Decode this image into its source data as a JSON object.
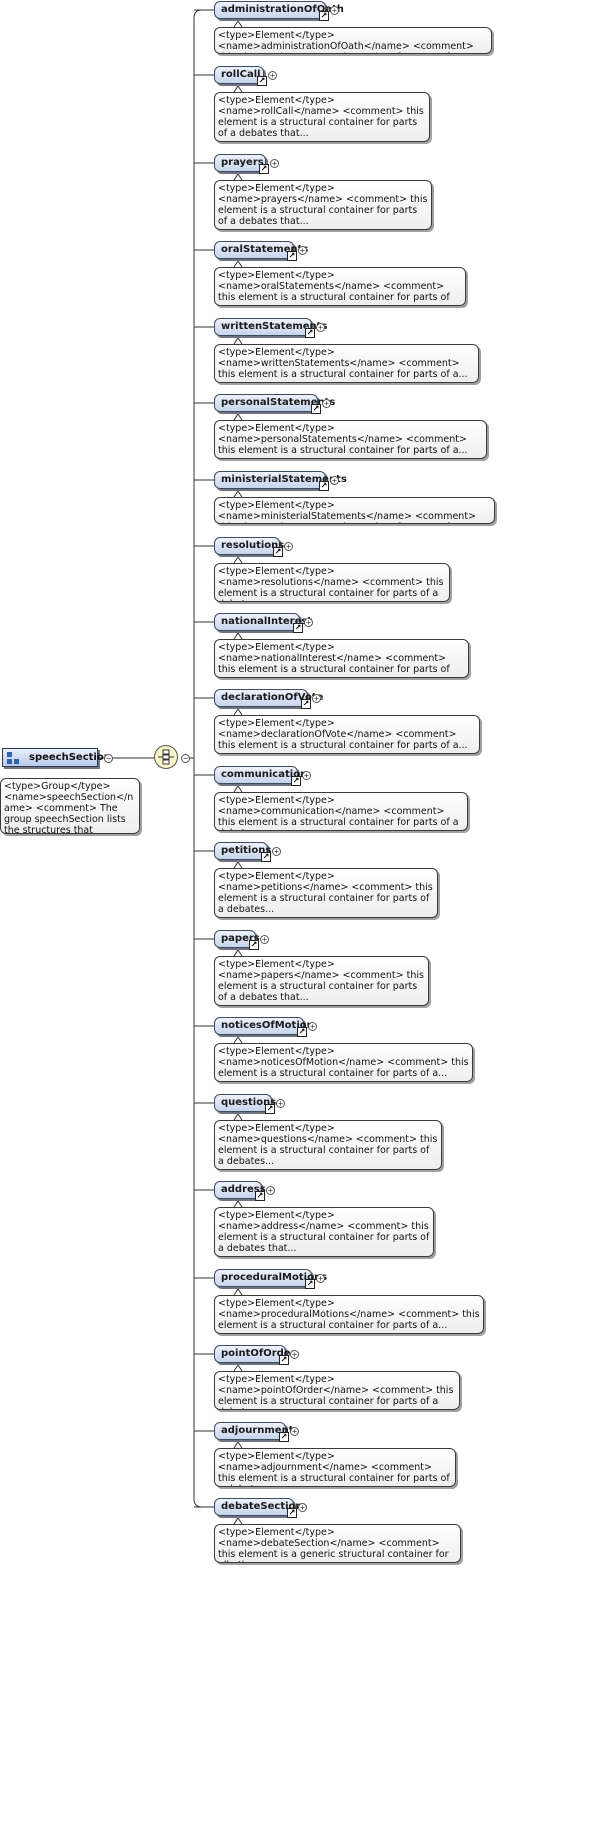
{
  "root": {
    "label": "speechSection",
    "icon": "group-icon",
    "comment": "<type>Group</type> <name>speechSection</name> <comment> The group speechSection lists the structures that should..."
  },
  "compositor": {
    "icon": "sequence-compositor-icon"
  },
  "expand_collapse": {
    "collapse_symbol": "−",
    "expand_symbol": "+",
    "link_symbol": "↗"
  },
  "elements": [
    {
      "label": "administrationOfOath",
      "comment": "<type>Element</type> <name>administrationOfOath</name> <comment> this element is a structural container for parts of a..."
    },
    {
      "label": "rollCall",
      "comment": "<type>Element</type> <name>rollCall</name> <comment> this element is a structural container for parts of a debates that..."
    },
    {
      "label": "prayers",
      "comment": "<type>Element</type> <name>prayers</name> <comment> this element is a structural container for parts of a debates that..."
    },
    {
      "label": "oralStatements",
      "comment": "<type>Element</type> <name>oralStatements</name> <comment> this element is a structural container for parts of a..."
    },
    {
      "label": "writtenStatements",
      "comment": "<type>Element</type> <name>writtenStatements</name> <comment> this element is a structural container for parts of a..."
    },
    {
      "label": "personalStatements",
      "comment": "<type>Element</type> <name>personalStatements</name> <comment> this element is a structural container for parts of a..."
    },
    {
      "label": "ministerialStatements",
      "comment": "<type>Element</type> <name>ministerialStatements</name> <comment> this element is a structural container for parts of a..."
    },
    {
      "label": "resolutions",
      "comment": "<type>Element</type> <name>resolutions</name> <comment> this element is a structural container for parts of a debates..."
    },
    {
      "label": "nationalInterest",
      "comment": "<type>Element</type> <name>nationalInterest</name> <comment> this element is a structural container for parts of a..."
    },
    {
      "label": "declarationOfVote",
      "comment": "<type>Element</type> <name>declarationOfVote</name> <comment> this element is a structural container for parts of a..."
    },
    {
      "label": "communication",
      "comment": "<type>Element</type> <name>communication</name> <comment> this element is a structural container for parts of a debates..."
    },
    {
      "label": "petitions",
      "comment": "<type>Element</type> <name>petitions</name> <comment> this element is a structural container for parts of a debates..."
    },
    {
      "label": "papers",
      "comment": "<type>Element</type> <name>papers</name> <comment> this element is a structural container for parts of a debates that..."
    },
    {
      "label": "noticesOfMotion",
      "comment": "<type>Element</type> <name>noticesOfMotion</name> <comment> this element is a structural container for parts of a..."
    },
    {
      "label": "questions",
      "comment": "<type>Element</type> <name>questions</name> <comment> this element is a structural container for parts of a debates..."
    },
    {
      "label": "address",
      "comment": "<type>Element</type> <name>address</name> <comment> this element is a structural container for parts of a debates that..."
    },
    {
      "label": "proceduralMotions",
      "comment": "<type>Element</type> <name>proceduralMotions</name> <comment> this element is a structural container for parts of a..."
    },
    {
      "label": "pointOfOrder",
      "comment": "<type>Element</type> <name>pointOfOrder</name> <comment> this element is a structural container for parts of a debates..."
    },
    {
      "label": "adjournment",
      "comment": "<type>Element</type> <name>adjournment</name> <comment> this element is a structural container for parts of a debates..."
    },
    {
      "label": "debateSection",
      "comment": "<type>Element</type> <name>debateSection</name> <comment> this element is a generic structural container for all other..."
    }
  ]
}
